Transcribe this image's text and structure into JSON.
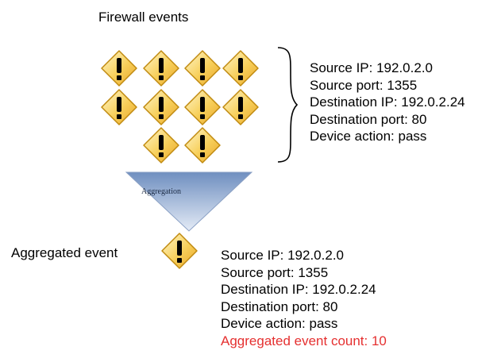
{
  "firewall_events": {
    "title": "Firewall events",
    "details": [
      "Source IP: 192.0.2.0",
      "Source port: 1355",
      "Destination IP: 192.0.2.24",
      "Destination port: 80",
      "Device action: pass"
    ],
    "icon": "warning-diamond-icon"
  },
  "funnel": {
    "label": "Aggregation",
    "gradient_top": "#6f8fc0",
    "gradient_bottom": "#dde6f4"
  },
  "aggregated_event": {
    "label": "Aggregated event",
    "details": [
      "Source IP: 192.0.2.0",
      "Source port: 1355",
      "Destination IP: 192.0.2.24",
      "Destination port: 80",
      "Device action: pass"
    ],
    "count_text": "Aggregated event count: 10",
    "count_color": "#e53030"
  },
  "colors": {
    "icon_fill_light": "#fff4c2",
    "icon_fill_dark": "#f0b43a",
    "icon_border": "#c08a10"
  }
}
